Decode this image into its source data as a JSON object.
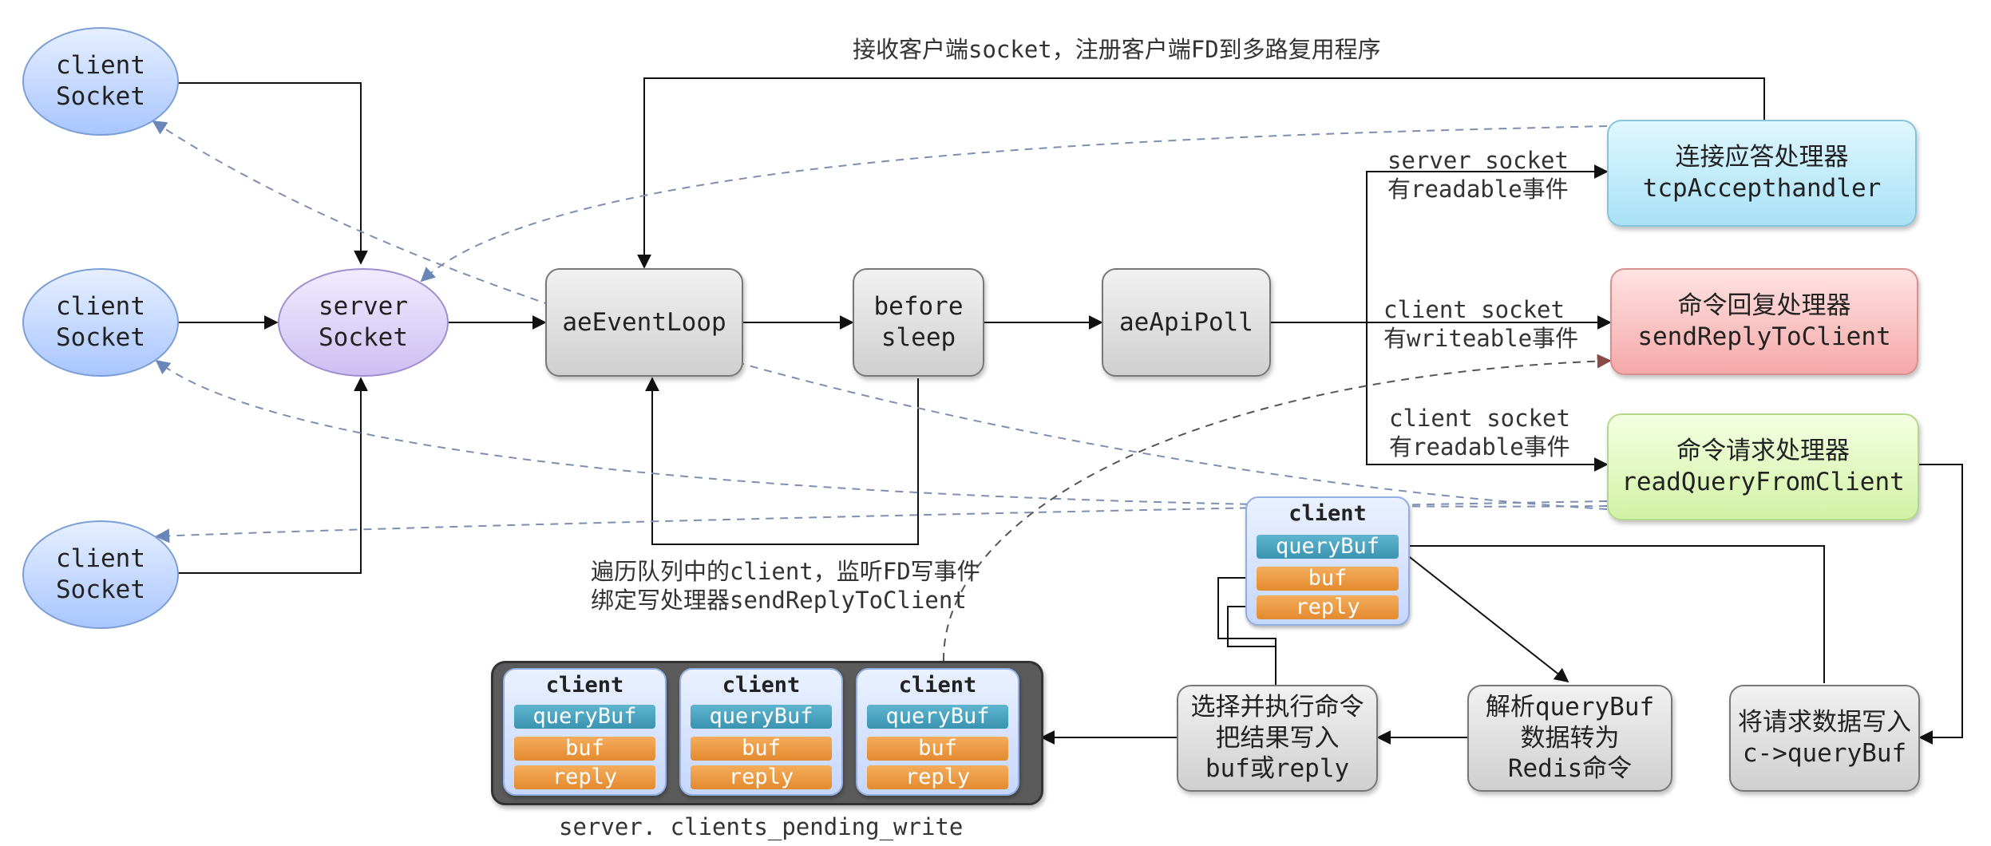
{
  "nodes": {
    "client1": "client\nSocket",
    "client2": "client\nSocket",
    "client3": "client\nSocket",
    "server_socket": "server\nSocket",
    "event_loop": "aeEventLoop",
    "before_sleep": "before\nsleep",
    "api_poll": "aeApiPoll",
    "accept_handler": "连接应答处理器\ntcpAccepthandler",
    "reply_handler": "命令回复处理器\nsendReplyToClient",
    "request_handler": "命令请求处理器\nreadQueryFromClient",
    "write_querybuf": "将请求数据写入\nc->queryBuf",
    "parse_querybuf": "解析queryBuf\n数据转为\nRedis命令",
    "execute_command": "选择并执行命令\n把结果写入\nbuf或reply"
  },
  "client_struct": {
    "title": "client",
    "fields": [
      "queryBuf",
      "buf",
      "reply"
    ]
  },
  "pending_clients": [
    {
      "title": "client",
      "fields": [
        "queryBuf",
        "buf",
        "reply"
      ]
    },
    {
      "title": "client",
      "fields": [
        "queryBuf",
        "buf",
        "reply"
      ]
    },
    {
      "title": "client",
      "fields": [
        "queryBuf",
        "buf",
        "reply"
      ]
    }
  ],
  "labels": {
    "accept_top": "接收客户端socket，注册客户端FD到多路复用程序",
    "server_readable": "server socket\n有readable事件",
    "client_writeable": "client socket\n有writeable事件",
    "client_readable": "client socket\n有readable事件",
    "traverse_queue": "遍历队列中的client，监听FD写事件\n绑定写处理器sendReplyToClient",
    "pending_write": "server. clients_pending_write"
  }
}
